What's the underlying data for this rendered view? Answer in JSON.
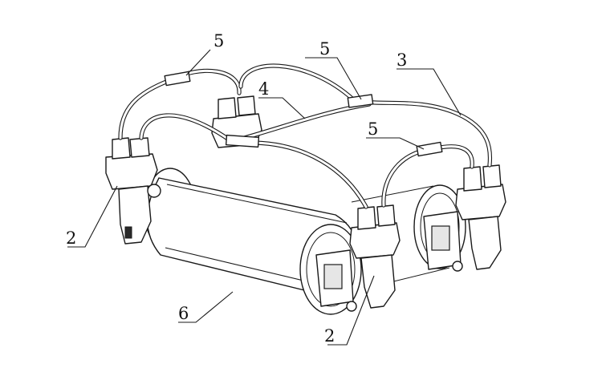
{
  "figure": {
    "reference_numerals": {
      "bracket_front_left": "2",
      "bracket_front_right": "2",
      "hose_main": "3",
      "hose_cross": "4",
      "tee_left": "5",
      "tee_middle": "5",
      "tee_right": "5",
      "roller": "6"
    }
  }
}
